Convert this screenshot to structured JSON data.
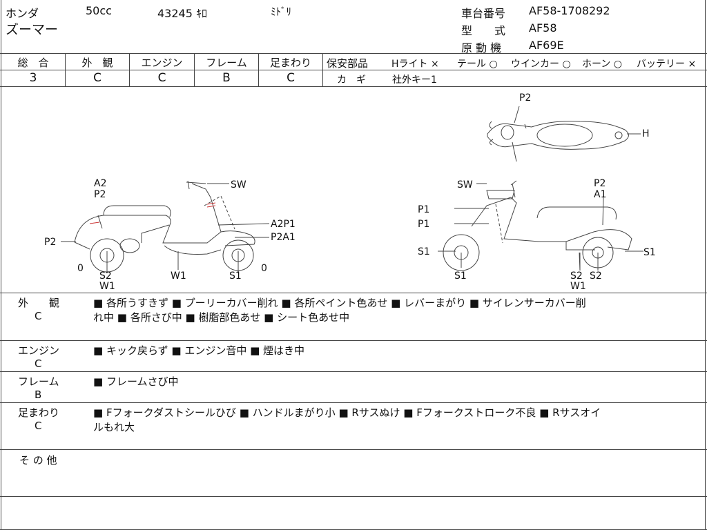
{
  "header": {
    "maker": "ホンダ",
    "displacement": "50cc",
    "mileage": "43245 ｷﾛ",
    "color": "ﾐﾄﾞﾘ",
    "model_name": "ズーマー",
    "frame_no_label": "車台番号",
    "frame_no": "AF58-1708292",
    "type_label": "型　　式",
    "type": "AF58",
    "engine_label": "原 動 機",
    "engine": "AF69E"
  },
  "grades": {
    "overall_label": "総　合",
    "overall": "3",
    "exterior_label": "外　観",
    "exterior": "C",
    "engine_label": "エンジン",
    "engine": "C",
    "frame_label": "フレーム",
    "frame": "B",
    "suspension_label": "足まわり",
    "suspension": "C"
  },
  "safety": {
    "label": "保安部品",
    "headlight": "Hライト ×",
    "tail": "テール ○",
    "winker": "ウインカー ○",
    "horn": "ホーン ○",
    "battery": "バッテリー ×",
    "key_label": "カ　ギ",
    "key": "社外キー1"
  },
  "diagram": {
    "top": {
      "p2": "P2",
      "h": "H"
    },
    "left": {
      "a2": "A2",
      "p2a": "P2",
      "sw": "SW",
      "p2b": "P2",
      "a2p1": "A2P1",
      "p2a1": "P2A1",
      "zero1": "0",
      "s2": "S2",
      "w1a": "W1",
      "w1b": "W1",
      "s1": "S1",
      "zero2": "0"
    },
    "right": {
      "sw": "SW",
      "p2": "P2",
      "a1": "A1",
      "p1a": "P1",
      "p1b": "P1",
      "s1a": "S1",
      "s1b": "S1",
      "s1c": "S1",
      "s2a": "S2",
      "s2b": "S2",
      "w1": "W1"
    }
  },
  "notes": {
    "exterior_label": "外　　観",
    "exterior_grade": "C",
    "exterior_line1": "■ 各所うすきず ■ プーリーカバー削れ ■ 各所ペイント色あせ ■ レバーまがり ■ サイレンサーカバー削",
    "exterior_line2": "れ中 ■ 各所さび中 ■ 樹脂部色あせ ■ シート色あせ中",
    "engine_label": "エンジン",
    "engine_grade": "C",
    "engine_line1": "■ キック戻らず ■ エンジン音中 ■ 煙はき中",
    "frame_label": "フレーム",
    "frame_grade": "B",
    "frame_line1": "■ フレームさび中",
    "suspension_label": "足まわり",
    "suspension_grade": "C",
    "suspension_line1": "■ Fフォークダストシールひび ■ ハンドルまがり小 ■ Rサスぬけ ■ Fフォークストローク不良 ■ Rサスオイ",
    "suspension_line2": "ルもれ大",
    "other_label": "そ の 他"
  }
}
